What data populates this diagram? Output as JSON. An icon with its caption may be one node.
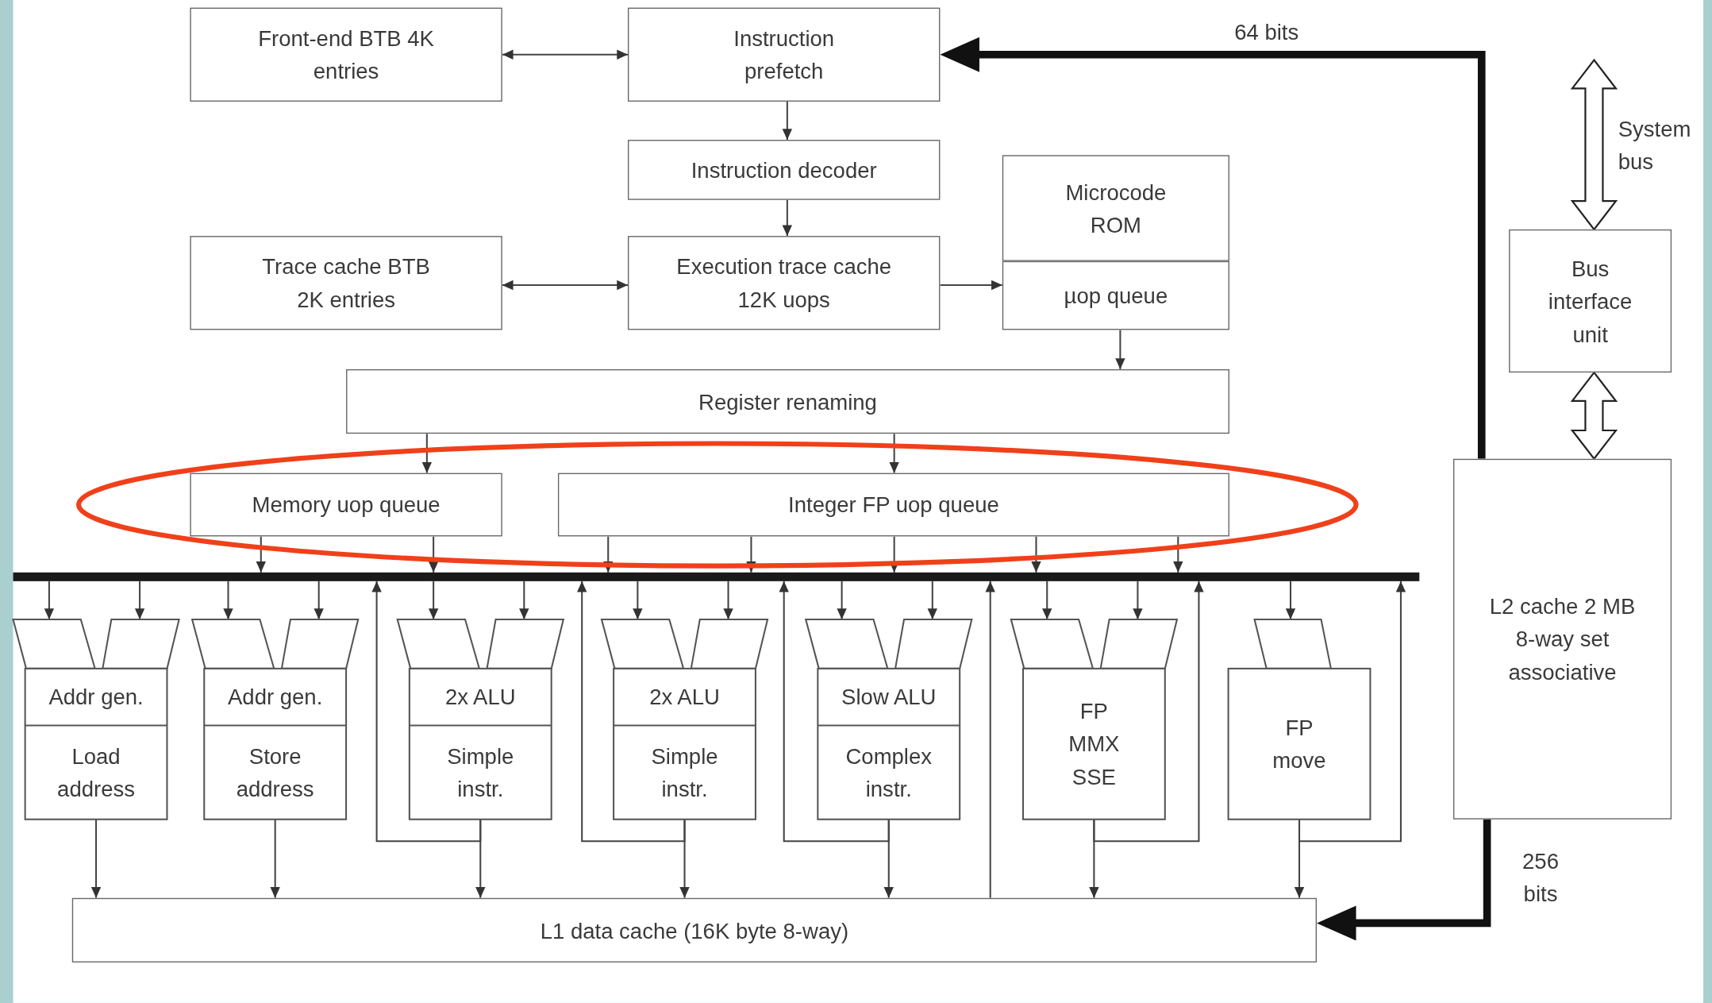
{
  "diagram": {
    "nodes": [
      {
        "text": [
          "Front-end BTB 4K entries"
        ]
      },
      {
        "text": [
          "Instruction prefetch"
        ]
      },
      {
        "text": [
          "Instruction decoder"
        ]
      },
      {
        "text": [
          "Microcode ROM"
        ]
      },
      {
        "text": [
          "Bus interface unit"
        ]
      },
      {
        "text": [
          "Trace cache BTB 2K entries"
        ]
      },
      {
        "text": [
          "Execution trace cache 12K uops"
        ]
      },
      {
        "text": [
          "µop queue"
        ]
      },
      {
        "text": [
          "Register renaming"
        ]
      },
      {
        "text": [
          "Memory uop queue"
        ]
      },
      {
        "text": [
          "Integer FP uop queue"
        ]
      },
      {
        "text": [
          "L2 cache 2 MB 8-way set associative"
        ]
      },
      {
        "text": [],
        "shape": "bar"
      },
      {
        "text": [
          "Addr gen.",
          "Load address"
        ]
      },
      {
        "text": [
          "Addr gen.",
          "Store address"
        ]
      },
      {
        "text": [
          "2x ALU",
          "Simple instr."
        ]
      },
      {
        "text": [
          "2x ALU",
          "Simple instr."
        ]
      },
      {
        "text": [
          "Slow ALU",
          "Complex instr."
        ]
      },
      {
        "text": [
          "FP MMX SSE"
        ]
      },
      {
        "text": [
          "FP move"
        ]
      },
      {
        "text": [
          "L1 data cache (16K byte 8-way)"
        ]
      }
    ],
    "edges": [
      {
        "from": 0,
        "to": 1,
        "arrow": "both"
      },
      {
        "from": 5,
        "to": 6,
        "arrow": "both"
      },
      {
        "from": 1,
        "to": 2,
        "arrow": "to"
      },
      {
        "from": 2,
        "to": 6,
        "arrow": "to"
      },
      {
        "from": 6,
        "to": 7,
        "arrow": "to"
      },
      {
        "from": 7,
        "to": 8,
        "arrow": "to"
      },
      {
        "from": 8,
        "to": 9,
        "arrow": "to"
      },
      {
        "from": 8,
        "to": 10,
        "arrow": "to"
      },
      {
        "from": 11,
        "to": 1,
        "arrow": "to",
        "label": "64 bits",
        "style": "thick"
      },
      {
        "from": null,
        "to": 4,
        "arrow": "both",
        "label": "System bus",
        "style": "thick",
        "color": "#ffffff"
      },
      {
        "from": 4,
        "to": 11,
        "arrow": "both",
        "style": "thick",
        "color": "#ffffff"
      },
      {
        "from": 11,
        "to": 20,
        "arrow": "to",
        "label": "256 bits",
        "style": "thick"
      },
      {
        "from": 9,
        "to": 12,
        "arrow": "to"
      },
      {
        "from": 9,
        "to": 12,
        "arrow": "to"
      },
      {
        "from": 10,
        "to": 12,
        "arrow": "to"
      },
      {
        "from": 10,
        "to": 12,
        "arrow": "to"
      },
      {
        "from": 10,
        "to": 12,
        "arrow": "to"
      },
      {
        "from": 10,
        "to": 12,
        "arrow": "to"
      },
      {
        "from": 10,
        "to": 12,
        "arrow": "to"
      },
      {
        "from": 12,
        "to": 13,
        "arrow": "to"
      },
      {
        "from": 12,
        "to": 13,
        "arrow": "to"
      },
      {
        "from": 12,
        "to": 14,
        "arrow": "to"
      },
      {
        "from": 12,
        "to": 14,
        "arrow": "to"
      },
      {
        "from": 12,
        "to": 15,
        "arrow": "to"
      },
      {
        "from": 12,
        "to": 15,
        "arrow": "to"
      },
      {
        "from": 12,
        "to": 16,
        "arrow": "to"
      },
      {
        "from": 12,
        "to": 16,
        "arrow": "to"
      },
      {
        "from": 12,
        "to": 17,
        "arrow": "to"
      },
      {
        "from": 12,
        "to": 17,
        "arrow": "to"
      },
      {
        "from": 12,
        "to": 18,
        "arrow": "to"
      },
      {
        "from": 12,
        "to": 18,
        "arrow": "to"
      },
      {
        "from": 12,
        "to": 19,
        "arrow": "to"
      },
      {
        "from": 13,
        "to": 20,
        "arrow": "to"
      },
      {
        "from": 14,
        "to": 20,
        "arrow": "to"
      },
      {
        "from": 15,
        "to": 20,
        "arrow": "to"
      },
      {
        "from": 15,
        "to": 12,
        "arrow": "to"
      },
      {
        "from": 16,
        "to": 20,
        "arrow": "to"
      },
      {
        "from": 16,
        "to": 12,
        "arrow": "to"
      },
      {
        "from": 17,
        "to": 20,
        "arrow": "to"
      },
      {
        "from": 17,
        "to": 12,
        "arrow": "to"
      },
      {
        "from": 18,
        "to": 20,
        "arrow": "to"
      },
      {
        "from": 18,
        "to": 12,
        "arrow": "to"
      },
      {
        "from": 19,
        "to": 20,
        "arrow": "to"
      },
      {
        "from": 19,
        "to": 12,
        "arrow": "to"
      },
      {
        "from": 20,
        "to": 12,
        "arrow": "to"
      }
    ]
  }
}
